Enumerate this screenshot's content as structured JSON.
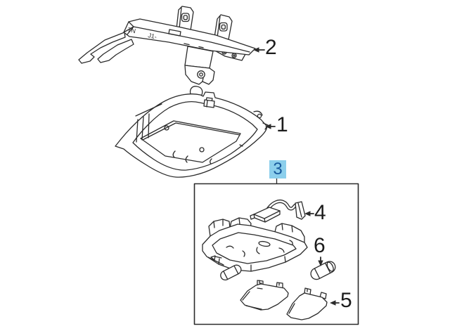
{
  "diagram": {
    "background_color": "#ffffff",
    "line_color": "#2b2b2b",
    "highlight": {
      "background": "#8ccfec",
      "text_color": "#17599c"
    },
    "bracket_markings": [
      "7N",
      "J1-"
    ],
    "callouts": [
      {
        "label": "1",
        "highlighted": false
      },
      {
        "label": "2",
        "highlighted": false
      },
      {
        "label": "3",
        "highlighted": true
      },
      {
        "label": "4",
        "highlighted": false
      },
      {
        "label": "5",
        "highlighted": false
      },
      {
        "label": "6",
        "highlighted": false
      }
    ]
  }
}
